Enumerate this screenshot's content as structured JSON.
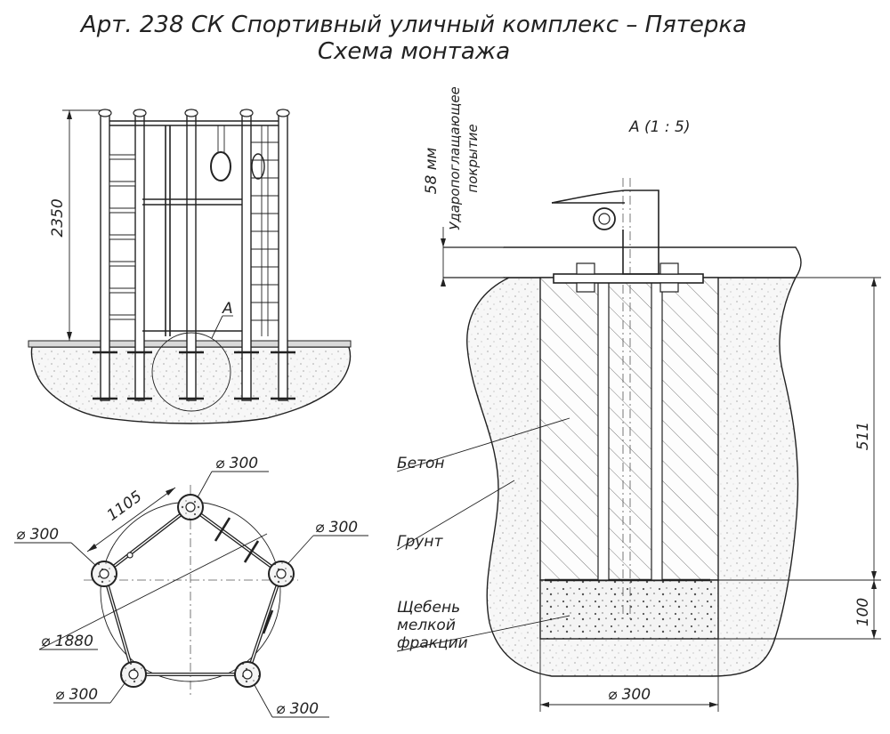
{
  "title": {
    "line1": "Арт. 238 СК Спортивный уличный комплекс – Пятерка",
    "line2": "Схема монтажа"
  },
  "elevation": {
    "height_dim": "2350",
    "callout": "A"
  },
  "plan": {
    "side_dim": "1105",
    "circle_dim": "⌀ 1880",
    "footing_labels": [
      "⌀ 300",
      "⌀ 300",
      "⌀ 300",
      "⌀ 300",
      "⌀ 300"
    ]
  },
  "detail": {
    "title": "A (1 : 5)",
    "coating_thickness": "58 мм",
    "coating_label_1": "Ударопоглащающее",
    "coating_label_2": "покрытие",
    "concrete_label": "Бетон",
    "soil_label": "Грунт",
    "gravel_label_1": "Щебень",
    "gravel_label_2": "мелкой",
    "gravel_label_3": "фракции",
    "depth_dim": "511",
    "gravel_dim": "100",
    "diameter_dim": "⌀ 300"
  },
  "colors": {
    "ink": "#222222",
    "paper": "#ffffff",
    "ground_fill": "#f1f1f1"
  }
}
